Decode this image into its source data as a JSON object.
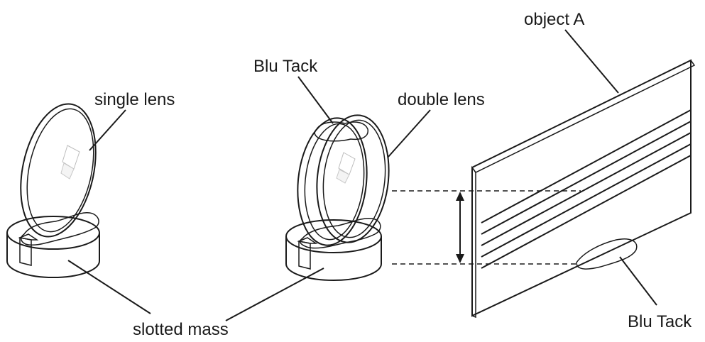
{
  "labels": {
    "single_lens": "single lens",
    "blu_tack_top": "Blu Tack",
    "double_lens": "double lens",
    "object_a": "object A",
    "slotted_mass": "slotted mass",
    "blu_tack_bottom": "Blu Tack"
  }
}
